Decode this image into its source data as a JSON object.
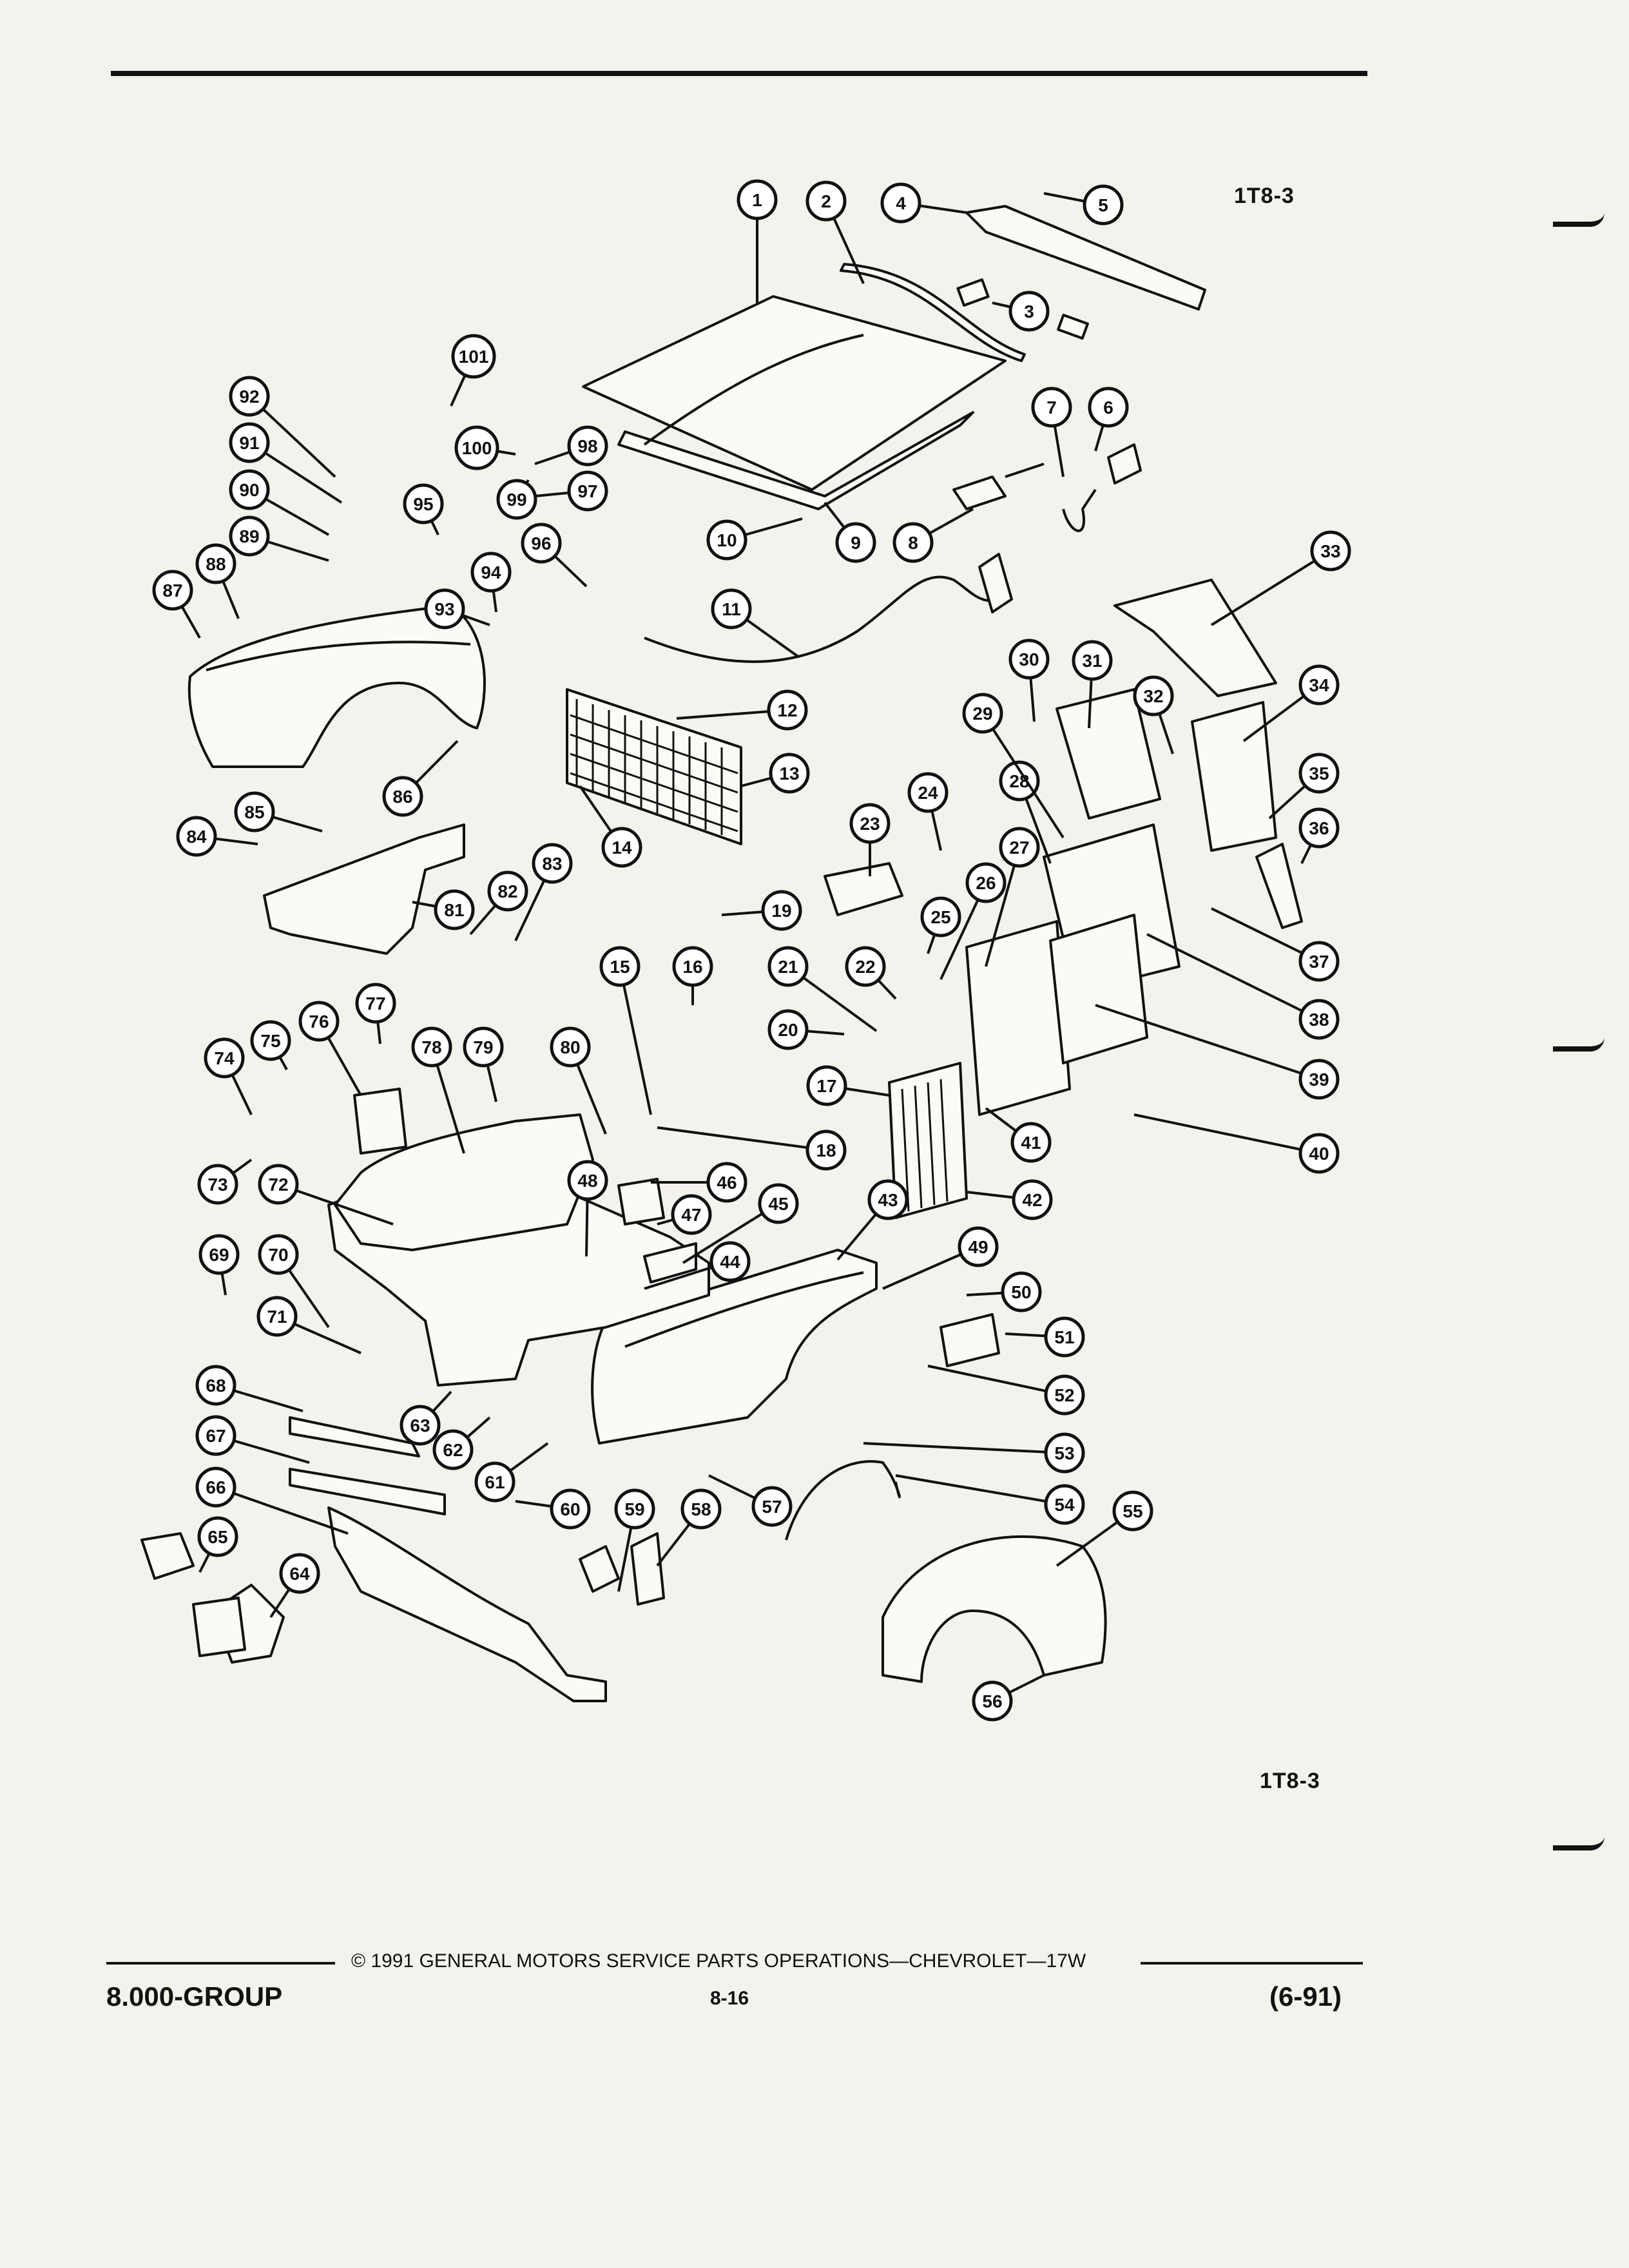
{
  "figure_code_top": "1T8-3",
  "figure_code_bottom": "1T8-3",
  "footer": {
    "copyright": "© 1991 GENERAL MOTORS SERVICE PARTS OPERATIONS—CHEVROLET—17W",
    "group": "8.000-GROUP",
    "page": "8-16",
    "date_code": "(6-91)"
  },
  "callout_labels": [
    "1",
    "2",
    "3",
    "4",
    "5",
    "6",
    "7",
    "8",
    "9",
    "10",
    "11",
    "12",
    "13",
    "14",
    "15",
    "16",
    "17",
    "18",
    "19",
    "20",
    "21",
    "22",
    "23",
    "24",
    "25",
    "26",
    "27",
    "28",
    "29",
    "30",
    "31",
    "32",
    "33",
    "34",
    "35",
    "36",
    "37",
    "38",
    "39",
    "40",
    "41",
    "42",
    "43",
    "44",
    "45",
    "46",
    "47",
    "48",
    "49",
    "50",
    "51",
    "52",
    "53",
    "54",
    "55",
    "56",
    "57",
    "58",
    "59",
    "60",
    "61",
    "62",
    "63",
    "64",
    "65",
    "66",
    "67",
    "68",
    "69",
    "70",
    "71",
    "72",
    "73",
    "74",
    "75",
    "76",
    "77",
    "78",
    "79",
    "80",
    "81",
    "82",
    "83",
    "84",
    "85",
    "86",
    "87",
    "88",
    "89",
    "90",
    "91",
    "92",
    "93",
    "94",
    "95",
    "96",
    "97",
    "98",
    "99",
    "100",
    "101"
  ]
}
